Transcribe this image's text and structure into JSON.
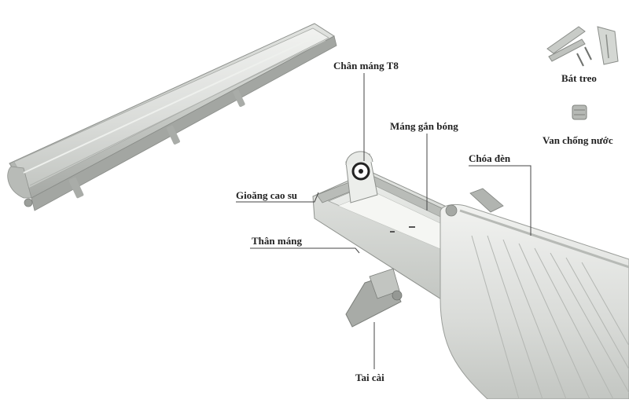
{
  "labels": {
    "socket": "Chân máng T8",
    "tray": "Máng gắn bóng",
    "diffuser": "Chóa đèn",
    "gasket": "Gioăng cao su",
    "body": "Thân máng",
    "clip": "Tai cài",
    "bracket": "Bát treo",
    "valve": "Van chống nước"
  },
  "colors": {
    "housing": "#c9ccc8",
    "housing_dark": "#9da09c",
    "diffuser": "#e4e6e3",
    "tray": "#f4f5f2",
    "line": "#555555"
  }
}
